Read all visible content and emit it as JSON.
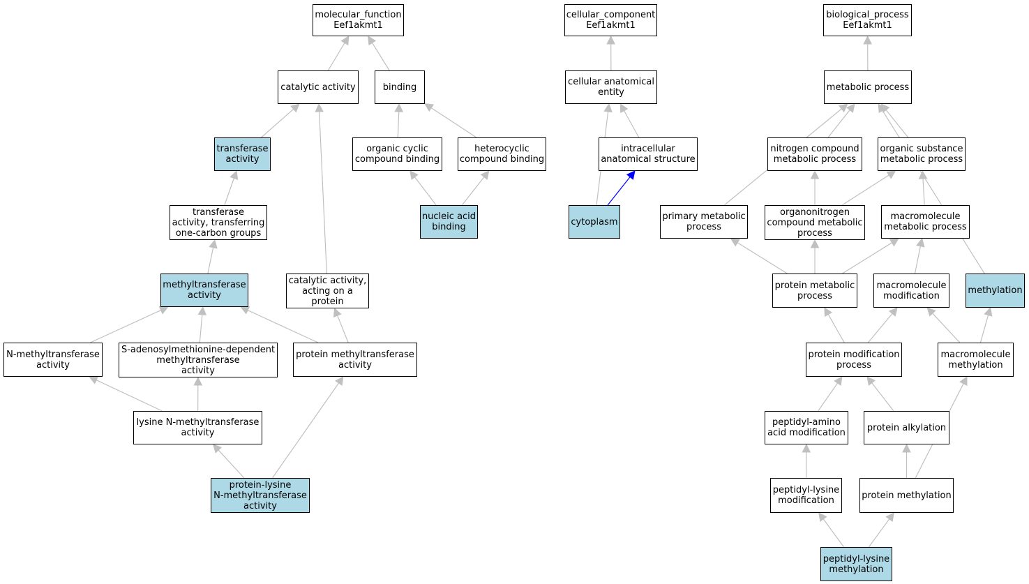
{
  "colors": {
    "highlight": "#add8e6",
    "edge_default": "#c0c0c0",
    "edge_highlight": "#0000ff"
  },
  "nodes": {
    "mf_root": {
      "label": "molecular_function\nEef1akmt1",
      "highlighted": false
    },
    "catalytic": {
      "label": "catalytic activity",
      "highlighted": false
    },
    "binding": {
      "label": "binding",
      "highlighted": false
    },
    "transferase": {
      "label": "transferase\nactivity",
      "highlighted": true
    },
    "org_cyclic": {
      "label": "organic cyclic\ncompound binding",
      "highlighted": false
    },
    "heterocyclic": {
      "label": "heterocyclic\ncompound binding",
      "highlighted": false
    },
    "nucleic": {
      "label": "nucleic acid\nbinding",
      "highlighted": true
    },
    "transf_1c": {
      "label": "transferase\nactivity, transferring\none-carbon groups",
      "highlighted": false
    },
    "methyltransferase": {
      "label": "methyltransferase\nactivity",
      "highlighted": true
    },
    "cat_protein": {
      "label": "catalytic activity,\nacting on a\nprotein",
      "highlighted": false
    },
    "n_methyl": {
      "label": "N-methyltransferase\nactivity",
      "highlighted": false
    },
    "sam_dep": {
      "label": "S-adenosylmethionine-dependent\nmethyltransferase\nactivity",
      "highlighted": false
    },
    "prot_methyl": {
      "label": "protein methyltransferase\nactivity",
      "highlighted": false
    },
    "lys_n_methyl": {
      "label": "lysine N-methyltransferase\nactivity",
      "highlighted": false
    },
    "prot_lys_n": {
      "label": "protein-lysine\nN-methyltransferase\nactivity",
      "highlighted": true
    },
    "cc_root": {
      "label": "cellular_component\nEef1akmt1",
      "highlighted": false
    },
    "cell_anat": {
      "label": "cellular anatomical\nentity",
      "highlighted": false
    },
    "intracell": {
      "label": "intracellular\nanatomical structure",
      "highlighted": false
    },
    "cytoplasm": {
      "label": "cytoplasm",
      "highlighted": true
    },
    "bp_root": {
      "label": "biological_process\nEef1akmt1",
      "highlighted": false
    },
    "metabolic": {
      "label": "metabolic process",
      "highlighted": false
    },
    "nitrogen": {
      "label": "nitrogen compound\nmetabolic process",
      "highlighted": false
    },
    "org_subst": {
      "label": "organic substance\nmetabolic process",
      "highlighted": false
    },
    "primary": {
      "label": "primary metabolic\nprocess",
      "highlighted": false
    },
    "organonitrogen": {
      "label": "organonitrogen\ncompound metabolic\nprocess",
      "highlighted": false
    },
    "macromol_metab": {
      "label": "macromolecule\nmetabolic process",
      "highlighted": false
    },
    "prot_metab": {
      "label": "protein metabolic\nprocess",
      "highlighted": false
    },
    "macromol_mod": {
      "label": "macromolecule\nmodification",
      "highlighted": false
    },
    "methylation": {
      "label": "methylation",
      "highlighted": true
    },
    "prot_mod": {
      "label": "protein modification\nprocess",
      "highlighted": false
    },
    "macromol_methyl": {
      "label": "macromolecule\nmethylation",
      "highlighted": false
    },
    "peptidyl_amino": {
      "label": "peptidyl-amino\nacid modification",
      "highlighted": false
    },
    "prot_alkyl": {
      "label": "protein alkylation",
      "highlighted": false
    },
    "peptidyl_lys_mod": {
      "label": "peptidyl-lysine\nmodification",
      "highlighted": false
    },
    "prot_methylation": {
      "label": "protein methylation",
      "highlighted": false
    },
    "peptidyl_lys_methyl": {
      "label": "peptidyl-lysine\nmethylation",
      "highlighted": true
    }
  },
  "edges": [
    {
      "from": "catalytic",
      "to": "mf_root"
    },
    {
      "from": "binding",
      "to": "mf_root"
    },
    {
      "from": "transferase",
      "to": "catalytic"
    },
    {
      "from": "cat_protein",
      "to": "catalytic"
    },
    {
      "from": "org_cyclic",
      "to": "binding"
    },
    {
      "from": "heterocyclic",
      "to": "binding"
    },
    {
      "from": "nucleic",
      "to": "org_cyclic"
    },
    {
      "from": "nucleic",
      "to": "heterocyclic"
    },
    {
      "from": "transf_1c",
      "to": "transferase"
    },
    {
      "from": "methyltransferase",
      "to": "transf_1c"
    },
    {
      "from": "n_methyl",
      "to": "methyltransferase"
    },
    {
      "from": "sam_dep",
      "to": "methyltransferase"
    },
    {
      "from": "prot_methyl",
      "to": "methyltransferase"
    },
    {
      "from": "prot_methyl",
      "to": "cat_protein"
    },
    {
      "from": "lys_n_methyl",
      "to": "n_methyl"
    },
    {
      "from": "lys_n_methyl",
      "to": "sam_dep"
    },
    {
      "from": "prot_lys_n",
      "to": "lys_n_methyl"
    },
    {
      "from": "prot_lys_n",
      "to": "prot_methyl"
    },
    {
      "from": "cell_anat",
      "to": "cc_root"
    },
    {
      "from": "intracell",
      "to": "cell_anat"
    },
    {
      "from": "cytoplasm",
      "to": "cell_anat"
    },
    {
      "from": "cytoplasm",
      "to": "intracell",
      "highlight": true
    },
    {
      "from": "metabolic",
      "to": "bp_root"
    },
    {
      "from": "nitrogen",
      "to": "metabolic"
    },
    {
      "from": "org_subst",
      "to": "metabolic"
    },
    {
      "from": "primary",
      "to": "metabolic"
    },
    {
      "from": "methylation",
      "to": "metabolic"
    },
    {
      "from": "organonitrogen",
      "to": "nitrogen"
    },
    {
      "from": "organonitrogen",
      "to": "org_subst"
    },
    {
      "from": "macromol_metab",
      "to": "org_subst"
    },
    {
      "from": "prot_metab",
      "to": "primary"
    },
    {
      "from": "prot_metab",
      "to": "organonitrogen"
    },
    {
      "from": "prot_metab",
      "to": "macromol_metab"
    },
    {
      "from": "macromol_mod",
      "to": "macromol_metab"
    },
    {
      "from": "prot_mod",
      "to": "prot_metab"
    },
    {
      "from": "prot_mod",
      "to": "macromol_mod"
    },
    {
      "from": "macromol_methyl",
      "to": "macromol_mod"
    },
    {
      "from": "macromol_methyl",
      "to": "methylation"
    },
    {
      "from": "peptidyl_amino",
      "to": "prot_mod"
    },
    {
      "from": "prot_alkyl",
      "to": "prot_mod"
    },
    {
      "from": "peptidyl_lys_mod",
      "to": "peptidyl_amino"
    },
    {
      "from": "prot_methylation",
      "to": "prot_alkyl"
    },
    {
      "from": "prot_methylation",
      "to": "macromol_methyl"
    },
    {
      "from": "peptidyl_lys_methyl",
      "to": "peptidyl_lys_mod"
    },
    {
      "from": "peptidyl_lys_methyl",
      "to": "prot_methylation"
    }
  ]
}
